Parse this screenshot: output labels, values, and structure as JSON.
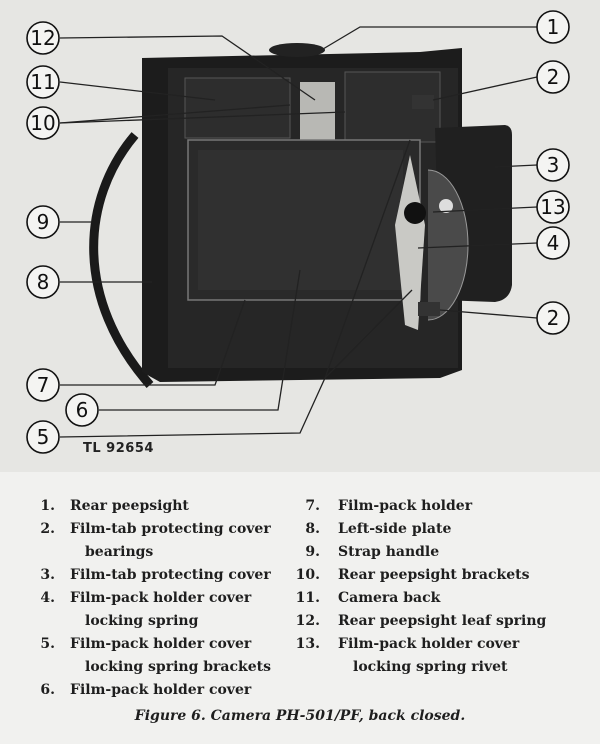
{
  "figure": {
    "photo_id": "TL 92654",
    "callouts": [
      "1",
      "2",
      "3",
      "4",
      "5",
      "6",
      "7",
      "8",
      "9",
      "10",
      "11",
      "12",
      "13"
    ],
    "legend_left": [
      {
        "num": "1.",
        "lines": [
          "Rear peepsight"
        ]
      },
      {
        "num": "2.",
        "lines": [
          "Film-tab protecting cover",
          "bearings"
        ]
      },
      {
        "num": "3.",
        "lines": [
          "Film-tab protecting cover"
        ]
      },
      {
        "num": "4.",
        "lines": [
          "Film-pack holder cover",
          "locking spring"
        ]
      },
      {
        "num": "5.",
        "lines": [
          "Film-pack holder cover",
          "locking spring brackets"
        ]
      },
      {
        "num": "6.",
        "lines": [
          "Film-pack holder cover"
        ]
      }
    ],
    "legend_right": [
      {
        "num": "7.",
        "lines": [
          "Film-pack holder"
        ]
      },
      {
        "num": "8.",
        "lines": [
          "Left-side plate"
        ]
      },
      {
        "num": "9.",
        "lines": [
          "Strap handle"
        ]
      },
      {
        "num": "10.",
        "lines": [
          "Rear peepsight brackets"
        ]
      },
      {
        "num": "11.",
        "lines": [
          "Camera back"
        ]
      },
      {
        "num": "12.",
        "lines": [
          "Rear peepsight leaf spring"
        ]
      },
      {
        "num": "13.",
        "lines": [
          "Film-pack holder cover",
          "locking spring rivet"
        ]
      }
    ],
    "caption": "Figure 6.   Camera PH-501/PF, back closed."
  }
}
